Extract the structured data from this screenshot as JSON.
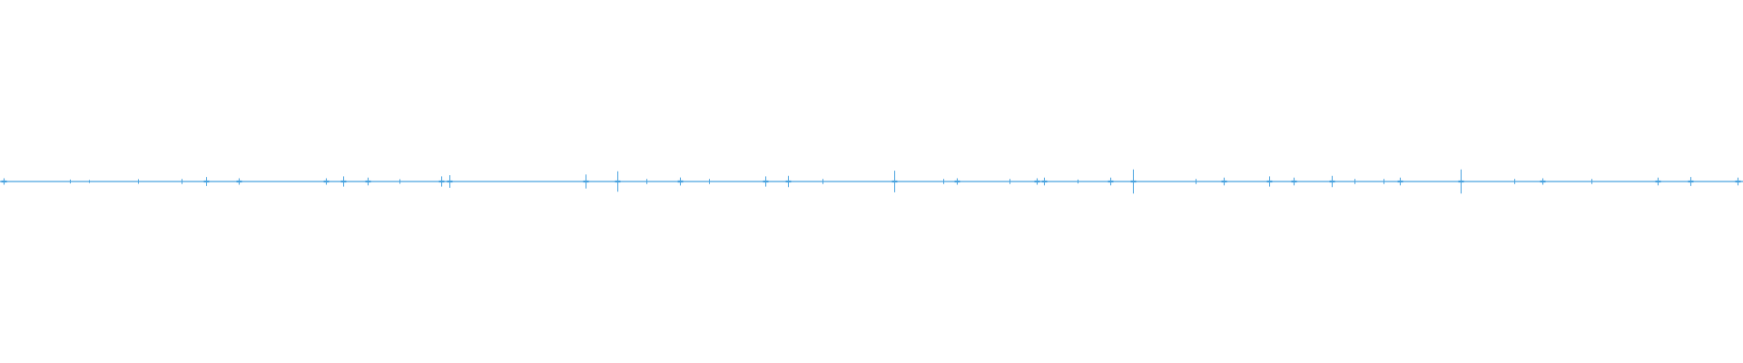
{
  "waveform": {
    "color": "#4aa3df",
    "baseline_level": 0.0,
    "spike_positions": [
      0.002,
      0.04,
      0.051,
      0.079,
      0.104,
      0.118,
      0.137,
      0.187,
      0.197,
      0.211,
      0.229,
      0.253,
      0.258,
      0.336,
      0.354,
      0.371,
      0.39,
      0.39,
      0.407,
      0.439,
      0.452,
      0.472,
      0.513,
      0.541,
      0.549,
      0.579,
      0.595,
      0.599,
      0.618,
      0.637,
      0.65,
      0.686,
      0.702,
      0.728,
      0.742,
      0.764,
      0.777,
      0.794,
      0.803,
      0.838,
      0.869,
      0.885,
      0.913,
      0.951,
      0.97,
      0.997
    ],
    "spike_amplitudes": [
      0.25,
      0.15,
      0.12,
      0.18,
      0.2,
      0.35,
      0.25,
      0.25,
      0.4,
      0.3,
      0.18,
      0.4,
      0.5,
      0.55,
      0.8,
      0.2,
      0.3,
      0.3,
      0.2,
      0.4,
      0.45,
      0.2,
      0.85,
      0.2,
      0.25,
      0.2,
      0.25,
      0.3,
      0.15,
      0.3,
      0.95,
      0.2,
      0.3,
      0.4,
      0.3,
      0.45,
      0.2,
      0.2,
      0.3,
      0.95,
      0.2,
      0.25,
      0.2,
      0.3,
      0.35,
      0.3
    ]
  }
}
